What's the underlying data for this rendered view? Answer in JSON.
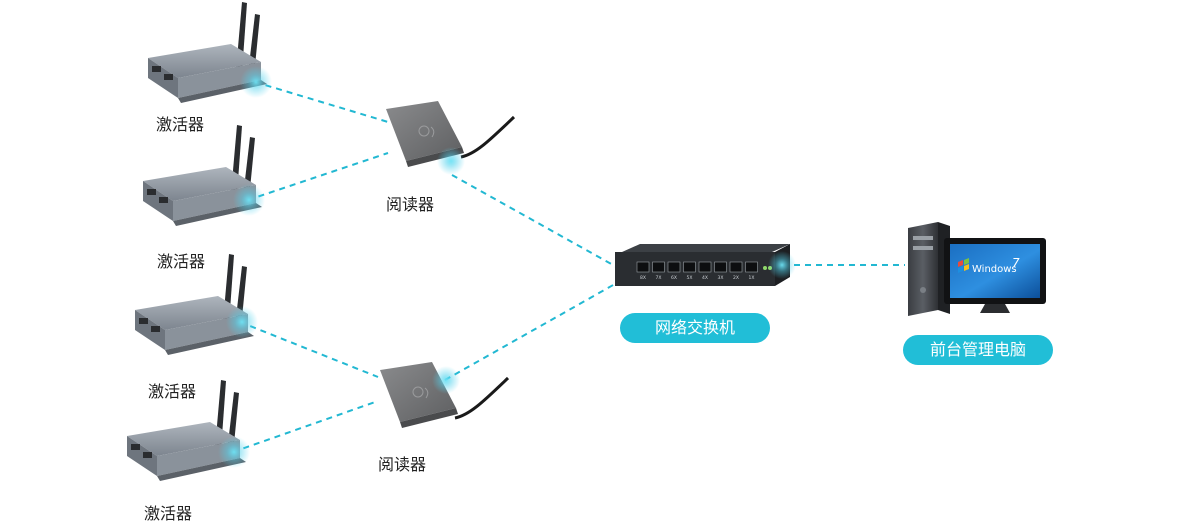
{
  "labels": {
    "activator_1": "激活器",
    "activator_2": "激活器",
    "activator_3": "激活器",
    "activator_4": "激活器",
    "reader_1": "阅读器",
    "reader_2": "阅读器",
    "switch": "网络交换机",
    "computer": "前台管理电脑"
  },
  "switch_panel": {
    "ports": [
      "8X",
      "7X",
      "6X",
      "5X",
      "4X",
      "3X",
      "2X",
      "1X"
    ]
  },
  "monitor_screen": {
    "os_text": "Windows",
    "os_version": "7"
  },
  "colors": {
    "connection_line": "#22b8d2",
    "pill_background": "#21bed7",
    "pill_text": "#ffffff",
    "device_metal": "#8e96a0",
    "reader_body": "#6d6e70",
    "switch_body": "#2a2d31"
  }
}
